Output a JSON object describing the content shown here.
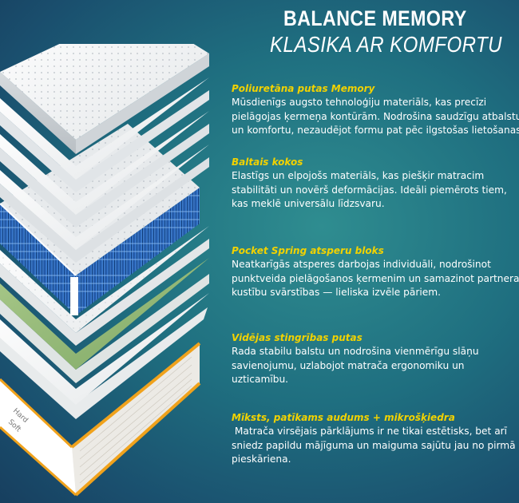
{
  "header": {
    "title": "BALANCE MEMORY",
    "subtitle": "KLASIKA AR KOMFORTU"
  },
  "mattress_labels": {
    "hard": "Hard",
    "soft": "Soft"
  },
  "layers": [
    {
      "heading": "Poliuretāna putas Memory",
      "lines": [
        "Mūsdienīgs augsto tehnoloģiju materiāls, kas precīzi",
        "pielāgojas ķermeņa kontūrām. Nodrošina saudzīgu atbalstu",
        "un komfortu, nezaudējot formu pat pēc ilgstošas lietošanas."
      ]
    },
    {
      "heading": "Baltais kokos",
      "lines": [
        "Elastīgs un elpojošs materiāls, kas piešķir matracim",
        "stabilitāti un novērš deformācijas. Ideāli piemērots tiem,",
        "kas meklē universālu līdzsvaru."
      ]
    },
    {
      "heading": "Pocket Spring atsperu bloks",
      "lines": [
        "Neatkarīgās atsperes darbojas individuāli, nodrošinot",
        "punktveida pielāgošanos ķermenim un samazinot partnera",
        "kustību svārstības — lieliska izvēle pāriem."
      ]
    },
    {
      "heading": "Vidējas stingrības putas",
      "lines": [
        "Rada stabilu balstu un nodrošina vienmērīgu slāņu",
        "savienojumu, uzlabojot matrača ergonomiku un",
        "uzticamību."
      ]
    },
    {
      "heading": "Mīksts, patīkams audums + mikrošķiedra",
      "lines": [
        " Matrača virsējais pārklājums ir ne tikai estētisks, bet arī",
        "sniedz papildu mājīguma un maiguma sajūtu jau no pirmā",
        "pieskāriena."
      ]
    }
  ]
}
